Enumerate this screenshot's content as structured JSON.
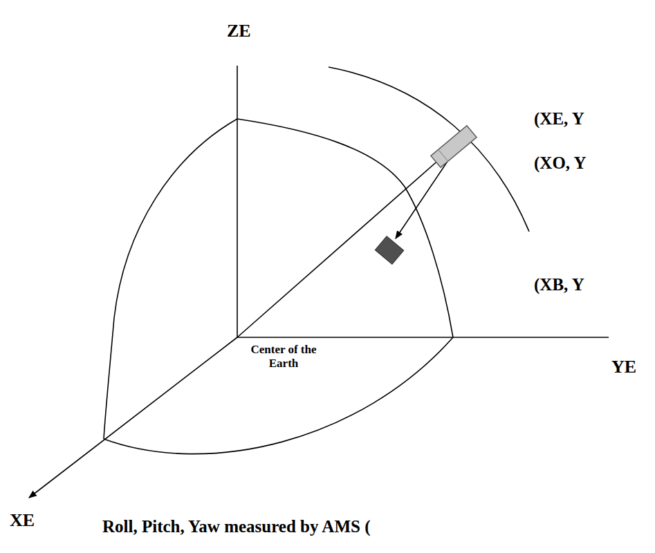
{
  "diagram": {
    "labels": [
      "ZE",
      "(XE, Y",
      "(XO, Y",
      "(XB, Y",
      "YE",
      "Center of the Earth",
      "XE",
      "Roll, Pitch, Yaw measured by AMS ("
    ]
  }
}
